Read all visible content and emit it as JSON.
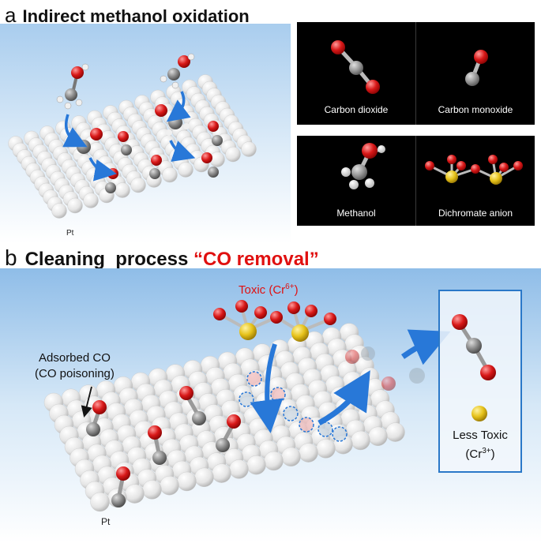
{
  "panel_a": {
    "letter": "a",
    "title": "Indirect methanol oxidation",
    "surface_label": "Pt",
    "legend": [
      {
        "label": "Carbon dioxide"
      },
      {
        "label": "Carbon monoxide"
      },
      {
        "label": "Methanol"
      },
      {
        "label": "Dichromate anion"
      }
    ]
  },
  "panel_b": {
    "letter": "b",
    "title": "Cleaning  process",
    "title_highlight": "“CO removal”",
    "toxic_label": "Toxic (Cr",
    "toxic_sup": "6+",
    "toxic_close": ")",
    "adsorbed_line1": "Adsorbed CO",
    "adsorbed_line2": "(CO poisoning)",
    "less_toxic_line1": "Less Toxic",
    "less_toxic_line2": "(Cr",
    "less_toxic_sup": "3+",
    "less_toxic_close": ")",
    "surface_label": "Pt"
  },
  "colors": {
    "oxygen": "#d81818",
    "carbon": "#8a8a8a",
    "hydrogen": "#f0f0f0",
    "chromium": "#e6c21a",
    "arrow": "#2878d8",
    "highlight": "#e01010",
    "box_border": "#2a78c8"
  }
}
